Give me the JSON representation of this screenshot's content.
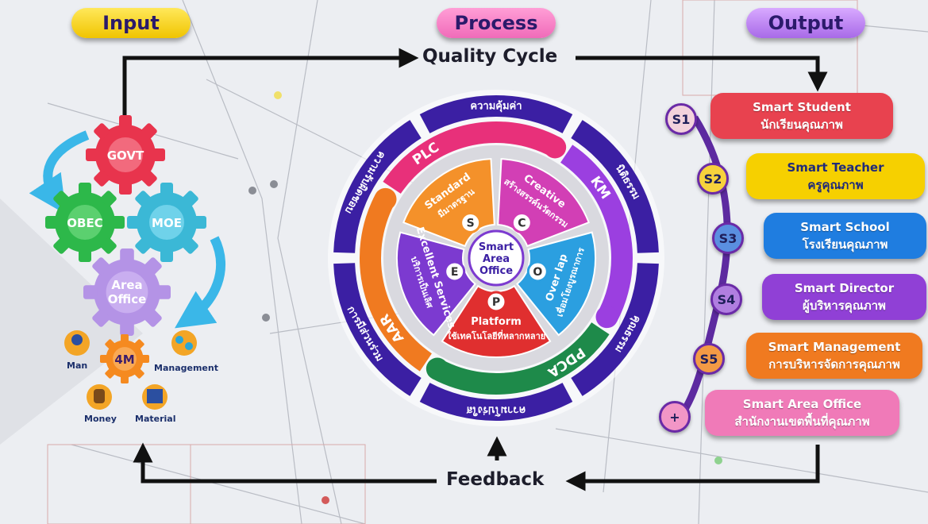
{
  "headers": {
    "input": "Input",
    "process": "Process",
    "output": "Output"
  },
  "cycle": {
    "top": "Quality Cycle",
    "bottom": "Feedback"
  },
  "input_gears": {
    "govt": "GOVT",
    "obec": "OBEC",
    "moe": "MOE",
    "area_office_line1": "Area",
    "area_office_line2": "Office",
    "fourm": "4M",
    "man": "Man",
    "management": "Management",
    "money": "Money",
    "material": "Material"
  },
  "wheel": {
    "outer_ring": [
      "ความคุ้มค่า",
      "นิติธรรม",
      "คุณธรรม",
      "ความโปร่งใส",
      "การมีส่วนร่วม",
      "ความรับผิดชอบ"
    ],
    "mid_ring": [
      "PLC",
      "KM",
      "PDCA",
      "AAR"
    ],
    "segments": [
      {
        "en": "Standard",
        "th": "มีมาตรฐาน",
        "letter": "S",
        "color": "#f4912a"
      },
      {
        "en": "Creative",
        "th": "สร้างสรรค์นวัตกรรม",
        "letter": "C",
        "color": "#d23fb5"
      },
      {
        "en": "Over lap",
        "th": "เชื่อมโยงบูรณาการ",
        "letter": "O",
        "color": "#2b9fe0"
      },
      {
        "en": "Platform",
        "th": "ใช้เทคโนโลยีที่หลากหลาย",
        "letter": "P",
        "color": "#e02f2f"
      },
      {
        "en": "Excellent Services",
        "th": "บริการเป็นเลิศ",
        "letter": "E",
        "color": "#7c3ad0"
      }
    ],
    "center_line1": "Smart",
    "center_line2": "Area",
    "center_line3": "Office"
  },
  "outputs": [
    {
      "badge": "S1",
      "en": "Smart Student",
      "th": "นักเรียนคุณภาพ",
      "color": "#e8424f",
      "badge_color": "#f3d2dc"
    },
    {
      "badge": "S2",
      "en": "Smart Teacher",
      "th": "ครูคุณภาพ",
      "color": "#f6d000",
      "badge_color": "#f7d23c"
    },
    {
      "badge": "S3",
      "en": "Smart School",
      "th": "โรงเรียนคุณภาพ",
      "color": "#1f7de0",
      "badge_color": "#5a8fe0"
    },
    {
      "badge": "S4",
      "en": "Smart Director",
      "th": "ผู้บริหารคุณภาพ",
      "color": "#9040d6",
      "badge_color": "#b07ee0"
    },
    {
      "badge": "S5",
      "en": "Smart Management",
      "th": "การบริหารจัดการคุณภาพ",
      "color": "#f07a20",
      "badge_color": "#f39a45"
    },
    {
      "badge": "+",
      "en": "Smart Area Office",
      "th": "สำนักงานเขตพื้นที่คุณภาพ",
      "color": "#f07ab8",
      "badge_color": "#f296c6"
    }
  ]
}
